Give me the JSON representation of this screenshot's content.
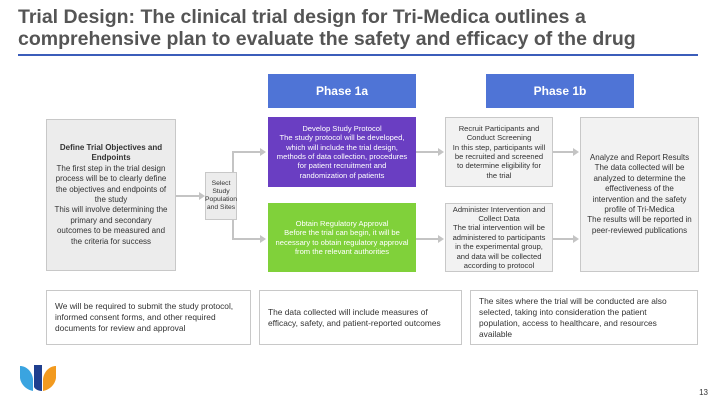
{
  "title": "Trial Design: The clinical trial design for Tri-Medica outlines a comprehensive plan to evaluate the safety and efficacy of the drug",
  "phases": {
    "p1a": "Phase 1a",
    "p1b": "Phase 1b"
  },
  "boxes": {
    "define": {
      "heading": "Define Trial Objectives and Endpoints",
      "text1": "The first step in the trial design process will be to clearly define the objectives and endpoints of the study",
      "text2": "This will involve determining the primary and secondary outcomes to be measured and the criteria for success"
    },
    "select": {
      "text": "Select Study Population and Sites"
    },
    "develop": {
      "heading": "Develop Study Protocol",
      "text": "The study protocol will be developed, which will include the trial design, methods of data collection, procedures for patient recruitment and randomization of patients"
    },
    "obtain": {
      "heading": "Obtain Regulatory Approval",
      "text": "Before the trial can begin, it will be necessary to obtain regulatory approval from the relevant authorities"
    },
    "recruit": {
      "heading": "Recruit Participants and Conduct Screening",
      "text": "In this step, participants will be recruited and screened to determine eligibility for the trial"
    },
    "administer": {
      "heading": "Administer Intervention and Collect Data",
      "text": "The trial intervention will be administered to participants in the experimental group, and data will be collected according to protocol"
    },
    "analyze": {
      "heading": "Analyze and Report Results",
      "text1": "The data collected will be analyzed to determine the effectiveness of the intervention and the safety profile of Tri-Medica",
      "text2": "The results will be reported in peer-reviewed publications"
    }
  },
  "notes": {
    "n1": "We will be required to submit the study protocol, informed consent forms, and other required documents for review and approval",
    "n2": "The data collected will include measures of efficacy, safety, and patient-reported outcomes",
    "n3": "The sites where the trial will be conducted are also selected, taking into consideration the patient population, access to healthcare, and resources available"
  },
  "page_number": "13",
  "colors": {
    "accent": "#4f74d6",
    "purple": "#6a3ec2",
    "green": "#80d13a",
    "rule": "#3b5dba"
  }
}
